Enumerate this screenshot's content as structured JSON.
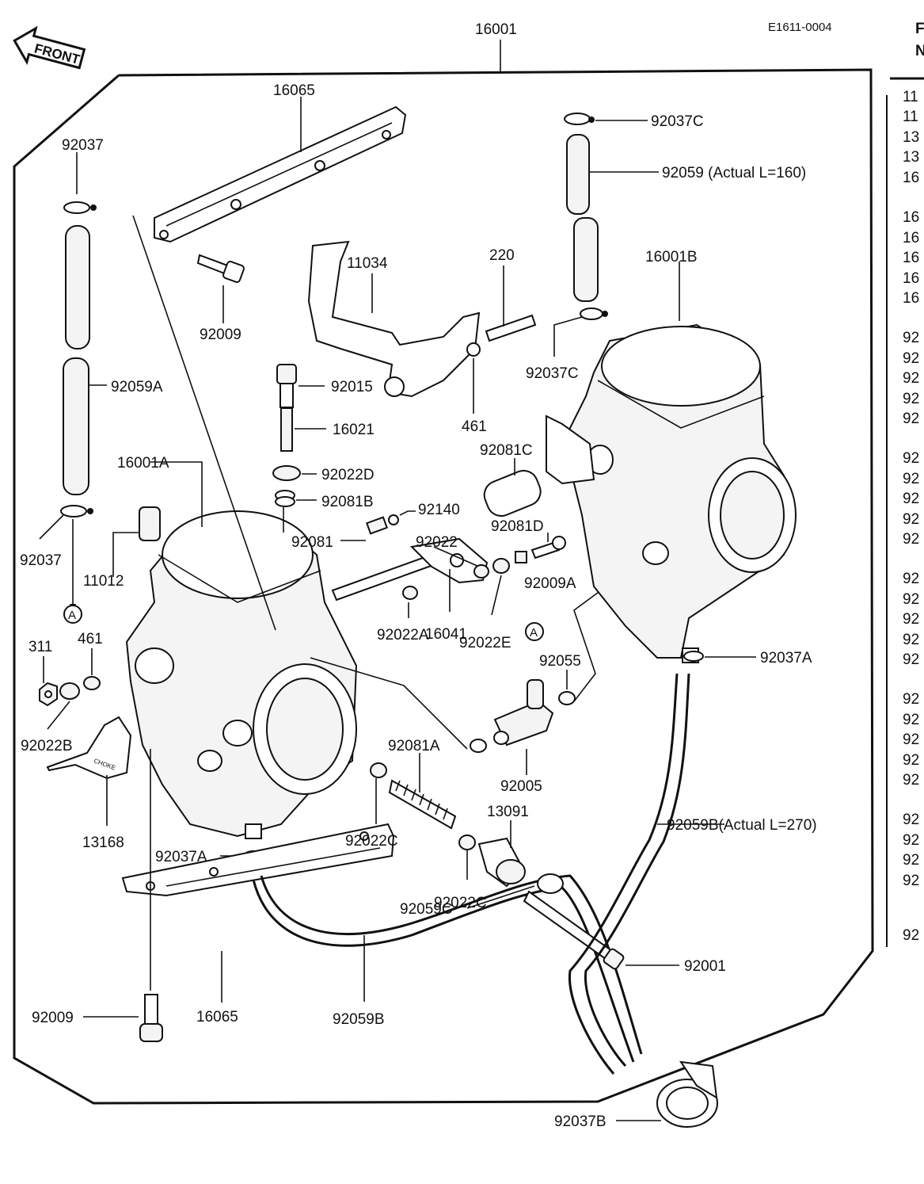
{
  "diagram": {
    "code": "E1611-0004",
    "front_label": "FRONT",
    "ref_a": "A",
    "labels": {
      "p16001": "16001",
      "p16065_top": "16065",
      "p92037_top": "92037",
      "p92009_top": "92009",
      "p11034": "11034",
      "p220": "220",
      "p92037C_top": "92037C",
      "p92059": "92059 (Actual  L=160)",
      "p16001B": "16001B",
      "p92015": "92015",
      "p16021": "16021",
      "p461_mid": "461",
      "p92037C_mid": "92037C",
      "p92059A": "92059A",
      "p16001A": "16001A",
      "p92022D": "92022D",
      "p92081C": "92081C",
      "p92081B": "92081B",
      "p92140": "92140",
      "p92081D": "92081D",
      "p92037_left": "92037",
      "p11012": "11012",
      "p92081": "92081",
      "p92022": "92022",
      "p92009A": "92009A",
      "p311": "311",
      "p461_left": "461",
      "p92022A": "92022A",
      "p92022E": "92022E",
      "p16041": "16041",
      "p92055": "92055",
      "p92037A_right": "92037A",
      "p92022B": "92022B",
      "p92081A": "92081A",
      "p92005": "92005",
      "p13168": "13168",
      "p13091": "13091",
      "p92059B_right": "92059B(Actual  L=270)",
      "p92022C_a": "92022C",
      "p92037A_left": "92037A",
      "p92022C_b": "92022C",
      "p92001": "92001",
      "p92059C": "92059C",
      "p92009_bot": "92009",
      "p16065_bot": "16065",
      "p92059B_bot": "92059B",
      "p92037B": "92037B"
    },
    "right_column": [
      "11",
      "11",
      "13",
      "13",
      "16",
      "16",
      "16",
      "16",
      "16",
      "16",
      "92",
      "92",
      "92",
      "92",
      "92",
      "92",
      "92",
      "92",
      "92",
      "92",
      "92",
      "92",
      "92",
      "92",
      "92",
      "92",
      "92",
      "92",
      "92",
      "92",
      "92",
      "92",
      "92",
      "92",
      "92"
    ],
    "header_chars": [
      "F",
      "N"
    ]
  }
}
